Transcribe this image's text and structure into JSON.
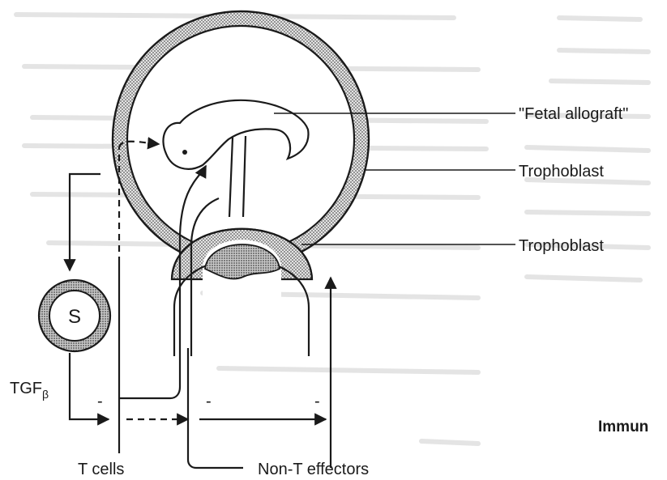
{
  "labels": {
    "fetal_allograft": "\"Fetal allograft\"",
    "trophoblast_upper": "Trophoblast",
    "trophoblast_lower": "Trophoblast",
    "suppressor_cell": "S",
    "tgf": "TGF",
    "tgf_sub": "β",
    "t_cells": "T cells",
    "non_t_effectors": "Non-T effectors",
    "minus_1": "-",
    "minus_2": "-",
    "minus_3": "-",
    "caption_fragment": "Immun"
  },
  "colors": {
    "ink": "#1a1a1a",
    "stipple": "#8a8a8a",
    "page_bleed": "#b8b8b8"
  }
}
